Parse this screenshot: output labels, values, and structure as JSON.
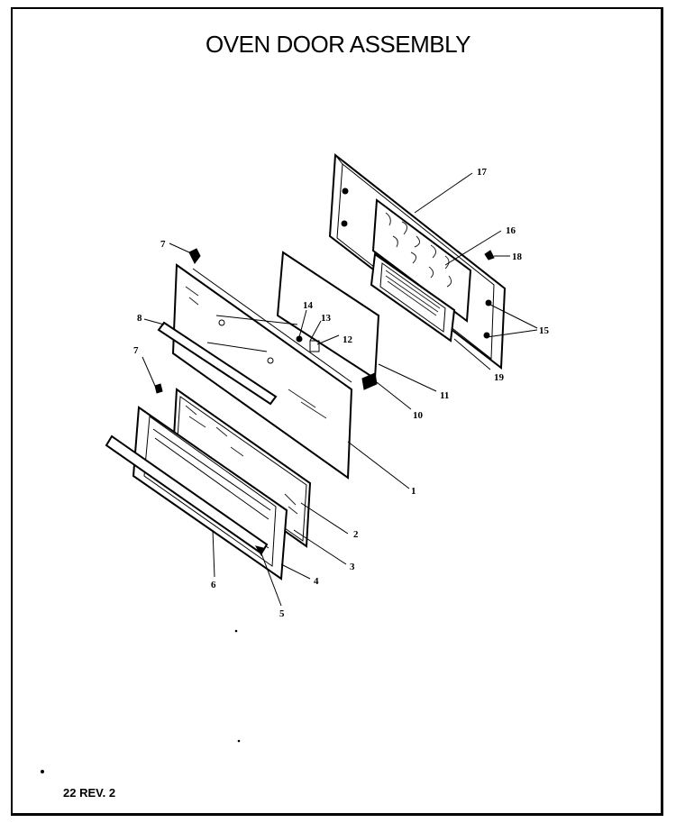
{
  "title": "OVEN DOOR ASSEMBLY",
  "footer": "22 REV. 2",
  "callouts": {
    "c1": "1",
    "c2": "2",
    "c3": "3",
    "c4": "4",
    "c5": "5",
    "c6": "6",
    "c7a": "7",
    "c7b": "7",
    "c8": "8",
    "c10": "10",
    "c11": "11",
    "c12": "12",
    "c13": "13",
    "c14": "14",
    "c15": "15",
    "c16": "16",
    "c17": "17",
    "c18": "18",
    "c19": "19"
  }
}
